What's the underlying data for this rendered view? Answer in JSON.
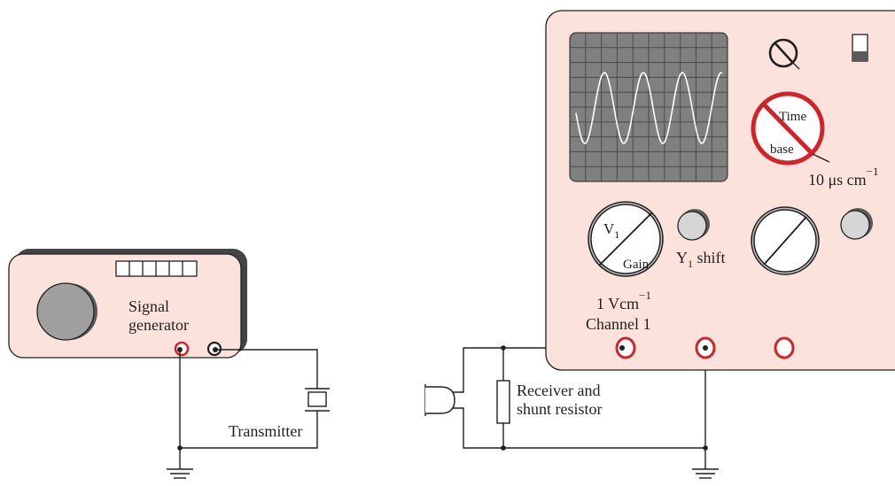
{
  "signal_generator": {
    "label_line1": "Signal",
    "label_line2": "generator"
  },
  "transmitter": {
    "label": "Transmitter"
  },
  "receiver": {
    "label_line1": "Receiver and",
    "label_line2": "shunt resistor"
  },
  "oscilloscope": {
    "timebase_knob": {
      "label_line1": "Time",
      "label_line2": "base",
      "setting_value": "10 μs cm",
      "setting_exp": "−1"
    },
    "gain_knob": {
      "label_main": "V",
      "label_sub": "1",
      "label_line2": "Gain",
      "setting_value": "1 Vcm",
      "setting_exp": "−1",
      "channel_label": "Channel 1"
    },
    "y_shift": {
      "label_main": "Y",
      "label_sub": "1",
      "label_rest": " shift"
    }
  },
  "colors": {
    "panel_fill": "#fbe3dc",
    "panel_stroke": "#231f20",
    "panel_shadow": "#444444",
    "screen": "#808080",
    "trace": "#ffffff",
    "knob_fill": "#bfbfbf",
    "red": "#d2232a",
    "wire": "#231f20"
  }
}
